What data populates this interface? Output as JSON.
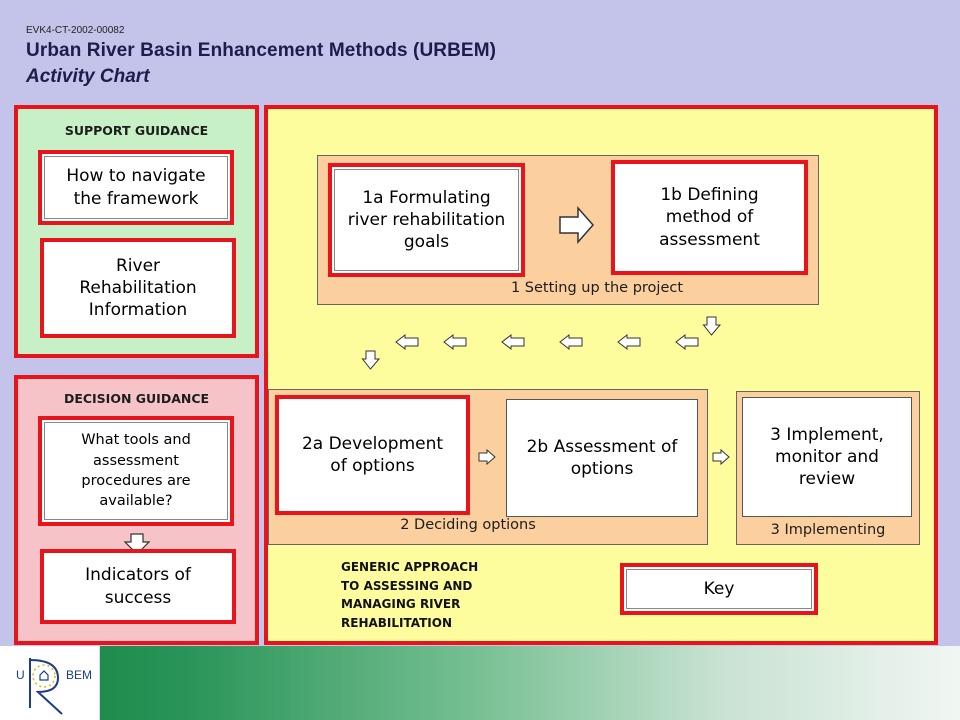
{
  "header": {
    "code": "EVK4-CT-2002-00082",
    "title": "Urban River Basin Enhancement Methods (URBEM)",
    "subtitle": "Activity Chart"
  },
  "support_guidance": {
    "heading": "SUPPORT GUIDANCE",
    "navigate": [
      "How to navigate",
      "the framework"
    ],
    "river_info": [
      "River",
      "Rehabilitation",
      "Information"
    ]
  },
  "decision_guidance": {
    "heading": "DECISION GUIDANCE",
    "tools": [
      "What tools and",
      "assessment",
      "procedures are",
      "available?"
    ],
    "indicators": [
      "Indicators of",
      "success"
    ]
  },
  "stage1": {
    "label": "1 Setting up the project",
    "box_1a": [
      "1a Formulating",
      "river rehabilitation",
      "goals"
    ],
    "box_1b": [
      "1b Defining",
      "method of",
      "assessment"
    ]
  },
  "stage2": {
    "label": "2 Deciding options",
    "box_2a": [
      "2a Development",
      "of options"
    ],
    "box_2b": [
      "2b Assessment of",
      "options"
    ]
  },
  "stage3": {
    "label": "3 Implementing",
    "box_3": [
      "3 Implement,",
      "monitor and",
      "review"
    ]
  },
  "generic": [
    "GENERIC APPROACH",
    "TO ASSESSING AND",
    "MANAGING RIVER",
    "REHABILITATION"
  ],
  "key_label": "Key",
  "logo": {
    "left": "U",
    "right": "BEM"
  },
  "colors": {
    "background": "#c4c3ea",
    "support_panel": "#c8f0c6",
    "decision_panel": "#f6c4c8",
    "main_area": "#fdfd9e",
    "group_panel": "#fccf9e",
    "red_border": "#e8141c",
    "title": "#1d1d4c"
  }
}
